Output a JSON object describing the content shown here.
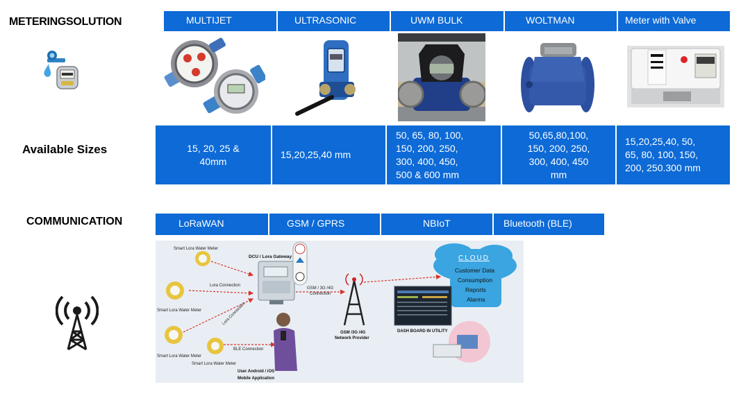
{
  "metering": {
    "title": "METERINGSOLUTION",
    "types": [
      "MULTIJET",
      "ULTRASONIC",
      "UWM BULK",
      "WOLTMAN",
      "Meter with Valve"
    ]
  },
  "sizes": {
    "title": "Available Sizes",
    "lines": [
      [
        "15, 20, 25 &",
        "40mm"
      ],
      [
        "15,20,25,40 mm"
      ],
      [
        "50, 65, 80, 100,",
        "150, 200, 250,",
        "300, 400, 450,",
        "500 & 600 mm"
      ],
      [
        "50,65,80,100,",
        "150, 200, 250,",
        "300, 400, 450",
        "mm"
      ],
      [
        "15,20,25,40, 50,",
        "65, 80, 100, 150,",
        "200, 250.300 mm"
      ]
    ]
  },
  "communication": {
    "title": "COMMUNICATION",
    "protocols": [
      "LoRaWAN",
      "GSM / GPRS",
      "NBIoT",
      "Bluetooth (BLE)"
    ]
  },
  "diagram": {
    "meter_label": "Smart Lora Water Meter",
    "dcu_label": "DCU / Lora Gateway",
    "lora_connection": "Lora Connection",
    "ble_connection": "BLE Connection",
    "gsm_connection_line1": "GSM / 3G /4G",
    "gsm_connection_line2": "Connection",
    "tower_line1": "GSM /3G /4G",
    "tower_line2": "Network Provider",
    "cloud_title": "CLOUD",
    "cloud_items": [
      "Customer Data",
      "Consumption",
      "Reports",
      "Alarms"
    ],
    "dashboard_label": "DASH BOARD IN UTILITY",
    "app_line1": "User Android / iOS",
    "app_line2": "Mobile Application"
  },
  "colors": {
    "blue": "#0d6ad6",
    "cloud": "#3aa5e0",
    "arrow": "#d9332b"
  }
}
